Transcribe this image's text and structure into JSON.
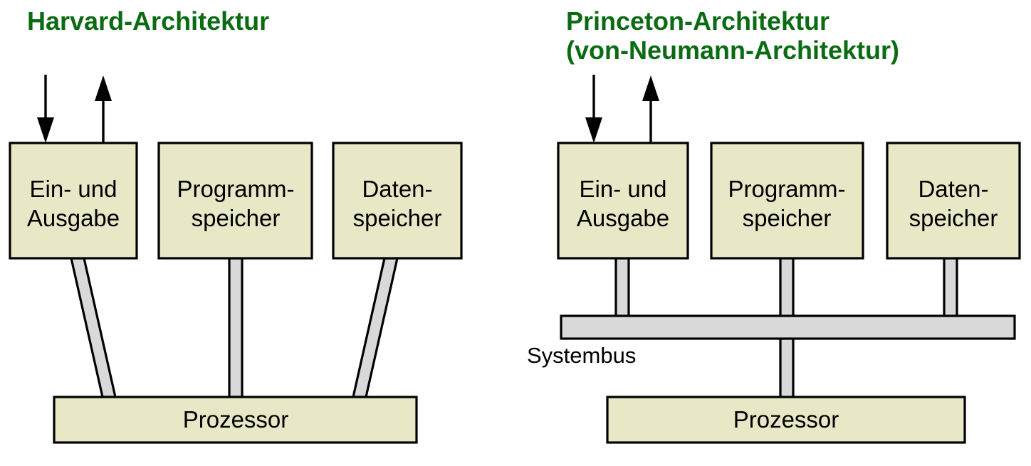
{
  "figure": {
    "background_color": "#ffffff",
    "title_color": "#0a6b12",
    "box_fill_color": "#e8e8c6",
    "box_stroke_color": "#000000",
    "bus_fill_color": "#d9d9d9"
  },
  "left_panel": {
    "title": "Harvard-Architektur",
    "boxes": [
      {
        "line1": "Ein- und",
        "line2": "Ausgabe"
      },
      {
        "line1": "Programm-",
        "line2": "speicher"
      },
      {
        "line1": "Daten-",
        "line2": "speicher"
      }
    ],
    "processor_label": "Prozessor",
    "arrows": [
      {
        "name": "input-arrow",
        "direction": "down"
      },
      {
        "name": "output-arrow",
        "direction": "up"
      }
    ]
  },
  "right_panel": {
    "title_line1": "Princeton-Architektur",
    "title_line2": "(von-Neumann-Architektur)",
    "boxes": [
      {
        "line1": "Ein- und",
        "line2": "Ausgabe"
      },
      {
        "line1": "Programm-",
        "line2": "speicher"
      },
      {
        "line1": "Daten-",
        "line2": "speicher"
      }
    ],
    "bus_label": "Systembus",
    "processor_label": "Prozessor",
    "arrows": [
      {
        "name": "input-arrow",
        "direction": "down"
      },
      {
        "name": "output-arrow",
        "direction": "up"
      }
    ]
  }
}
